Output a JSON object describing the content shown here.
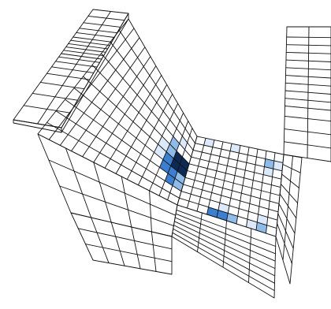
{
  "figure": {
    "description_hidden": "",
    "colors": {
      "background": "#ffffff",
      "wire": "#111111",
      "heat_light": "#dbe9fb",
      "heat_mid": "#8fbbe8",
      "heat_strong": "#3b7fd1",
      "heat_max": "#0d2a55"
    },
    "heat_levels": [
      "none",
      "light",
      "mid",
      "strong",
      "max"
    ]
  }
}
